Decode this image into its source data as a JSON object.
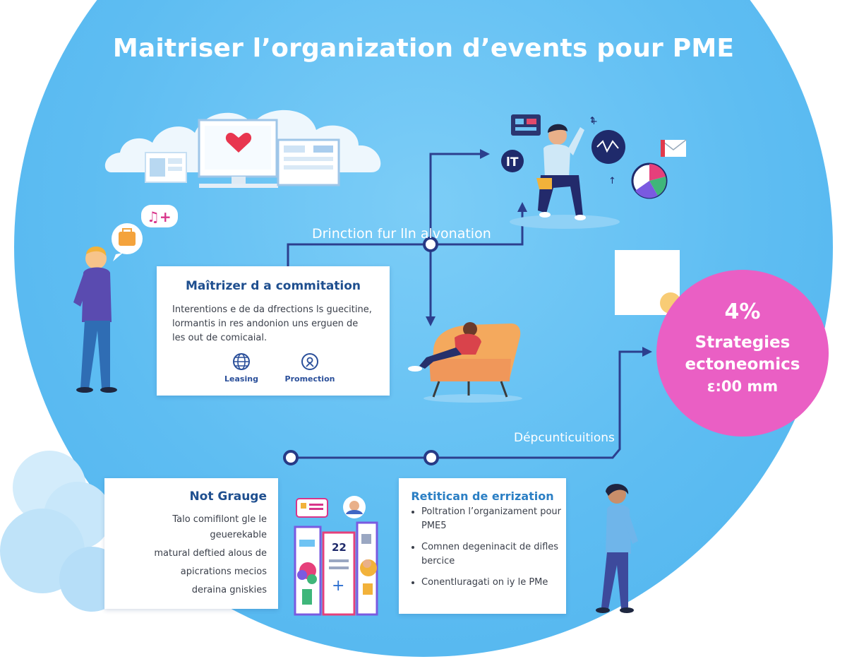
{
  "title": "Maitriser l’organization d’events pour PME",
  "flow_label_top": "Drinction fur lln  alvonation",
  "flow_label_bottom": "Dépcunticuitions",
  "card_main": {
    "title": "Maîtrizer d a commitation",
    "body": [
      "Interentions e de da dfrections ls guecitine,",
      "lormantis in res andonion uns erguen de",
      "les out de comicaial."
    ],
    "icon1_label": "Leasing",
    "icon2_label": "Promection"
  },
  "card_left": {
    "title": "Not Grauge",
    "lines": [
      "Talo comifilont gle le",
      "geuerekable",
      "matural deftied alous de",
      "apicrations mecios",
      "deraina gniskies"
    ]
  },
  "card_right": {
    "title": "Retitican de errization",
    "bullets": [
      "Poltration l’organizament pour PME5",
      "Comnen degeninacit de difles bercice",
      "Conentluragati on iy le PMe"
    ]
  },
  "stat": {
    "value": "4%",
    "line1": "Strategies",
    "line2": "ectoneomics",
    "line3": "ε:00 mm"
  },
  "calendar_day": "22",
  "colors": {
    "background": "#5ebdf2",
    "accent_navy": "#273a86",
    "pink": "#ea5fc4",
    "card_title": "#1f4f8f",
    "chair": "#f4a95d"
  },
  "icons": [
    "heart-icon",
    "music-note-icon",
    "briefcase-icon",
    "globe-icon",
    "location-pin-icon",
    "mail-icon",
    "pie-chart-icon",
    "chat-icon",
    "calendar-icon"
  ]
}
